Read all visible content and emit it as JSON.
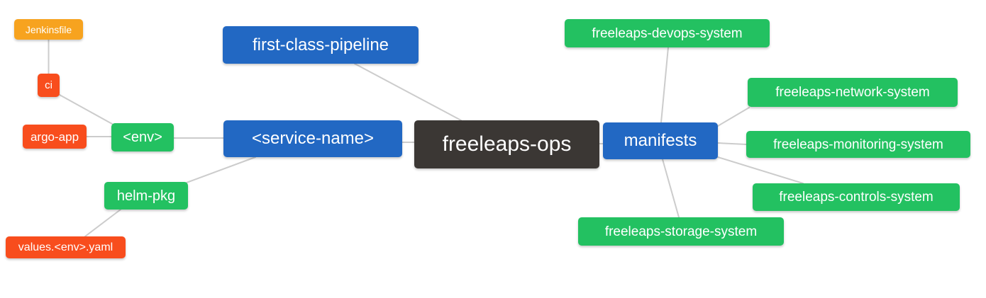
{
  "diagram": {
    "type": "mindmap",
    "background": "#FFFFFF",
    "edge_color": "#CCCCCC",
    "palette": {
      "blue": "#2268C3",
      "green": "#23C161",
      "red": "#F84D1D",
      "orange": "#F7A31F",
      "dark": "#3B3734",
      "text": "#FFFFFF"
    },
    "nodes": {
      "root": {
        "label": "freeleaps-ops",
        "color": "#3B3734"
      },
      "fcp": {
        "label": "first-class-pipeline",
        "color": "#2268C3"
      },
      "service": {
        "label": "<service-name>",
        "color": "#2268C3"
      },
      "manifests": {
        "label": "manifests",
        "color": "#2268C3"
      },
      "env": {
        "label": "<env>",
        "color": "#23C161"
      },
      "helm": {
        "label": "helm-pkg",
        "color": "#23C161"
      },
      "ci": {
        "label": "ci",
        "color": "#F84D1D"
      },
      "argo": {
        "label": "argo-app",
        "color": "#F84D1D"
      },
      "values": {
        "label": "values.<env>.yaml",
        "color": "#F84D1D"
      },
      "jenkinsfile": {
        "label": "Jenkinsfile",
        "color": "#F7A31F"
      },
      "devops": {
        "label": "freeleaps-devops-system",
        "color": "#23C161"
      },
      "network": {
        "label": "freeleaps-network-system",
        "color": "#23C161"
      },
      "monitoring": {
        "label": "freeleaps-monitoring-system",
        "color": "#23C161"
      },
      "controls": {
        "label": "freeleaps-controls-system",
        "color": "#23C161"
      },
      "storage": {
        "label": "freeleaps-storage-system",
        "color": "#23C161"
      }
    },
    "edges": [
      {
        "from": "jenkinsfile",
        "to": "ci"
      },
      {
        "from": "ci",
        "to": "env"
      },
      {
        "from": "argo",
        "to": "env"
      },
      {
        "from": "env",
        "to": "service"
      },
      {
        "from": "helm",
        "to": "service"
      },
      {
        "from": "values",
        "to": "helm"
      },
      {
        "from": "fcp",
        "to": "root"
      },
      {
        "from": "service",
        "to": "root"
      },
      {
        "from": "root",
        "to": "manifests"
      },
      {
        "from": "manifests",
        "to": "devops"
      },
      {
        "from": "manifests",
        "to": "network"
      },
      {
        "from": "manifests",
        "to": "monitoring"
      },
      {
        "from": "manifests",
        "to": "controls"
      },
      {
        "from": "manifests",
        "to": "storage"
      }
    ]
  }
}
